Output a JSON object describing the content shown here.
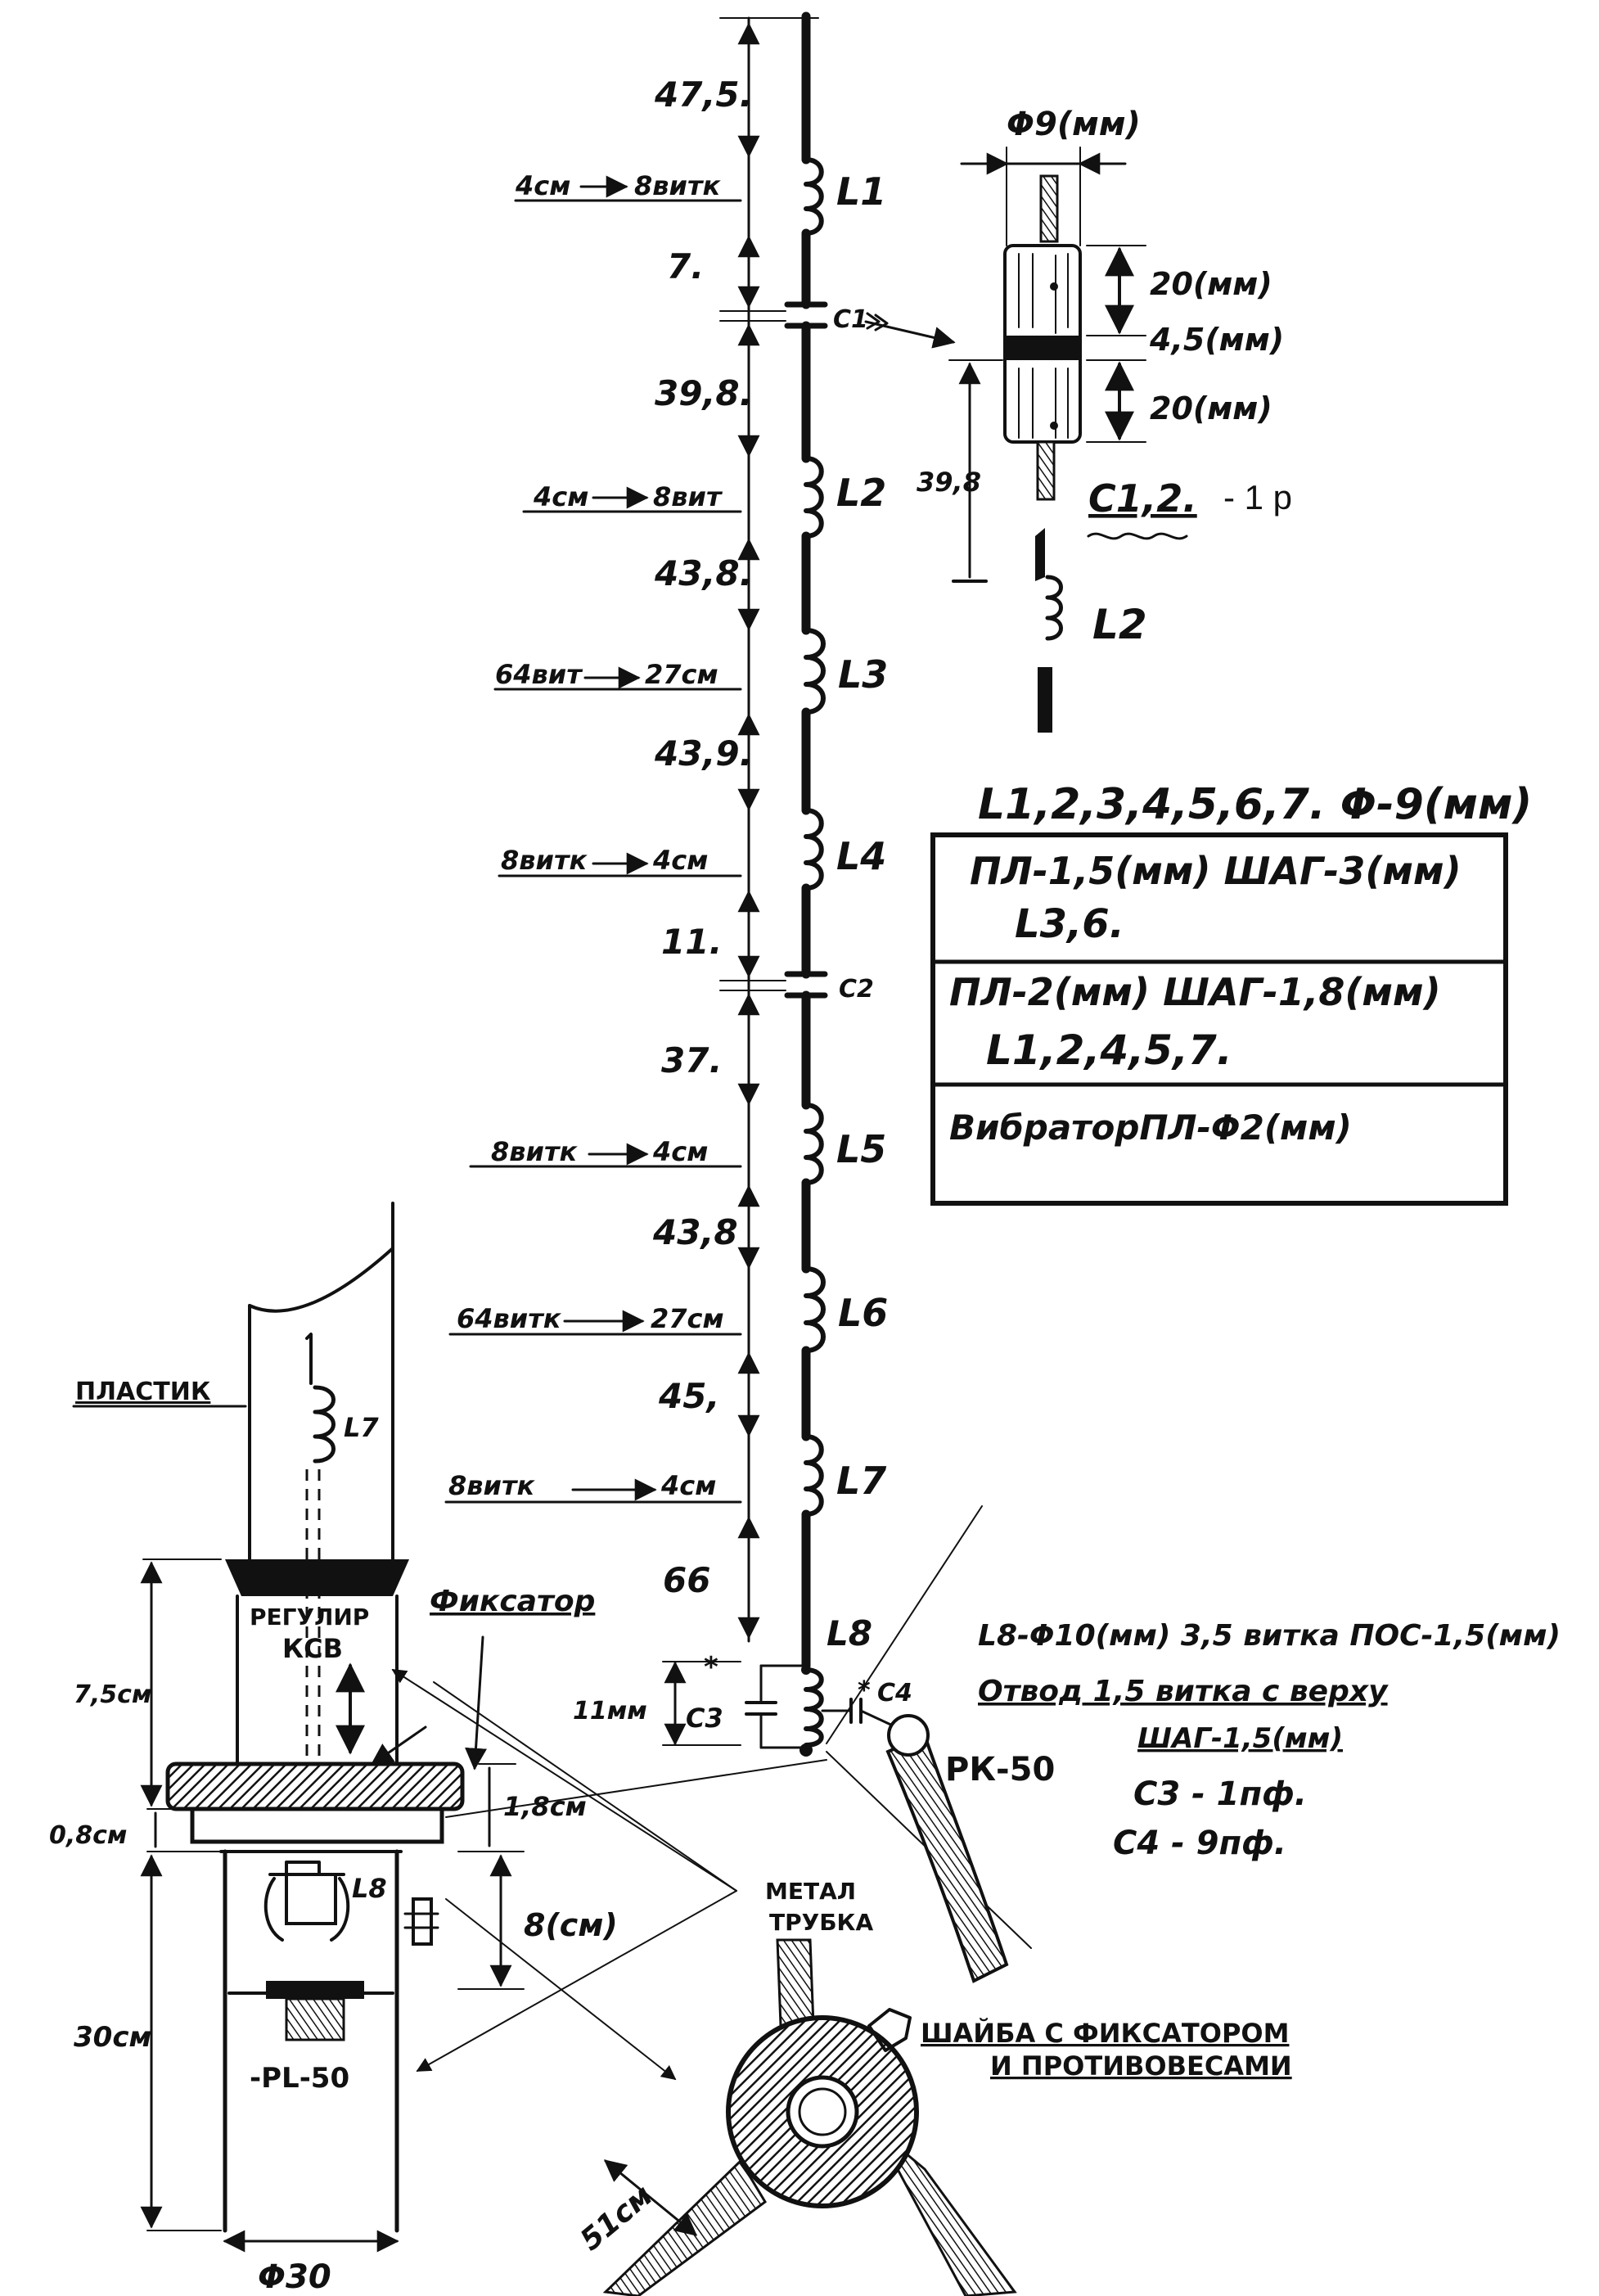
{
  "diagram": {
    "segments": [
      "47,5.",
      "7.",
      "39,8.",
      "43,8.",
      "43,9.",
      "11.",
      "37.",
      "43,8",
      "45,",
      "66"
    ],
    "coil_names": [
      "L1",
      "L2",
      "L3",
      "L4",
      "L5",
      "L6",
      "L7",
      "L8"
    ],
    "coil_specs": [
      {
        "left": "4см",
        "right": "8витк"
      },
      {
        "left": "4см",
        "right": "8вит"
      },
      {
        "left": "64вит",
        "right": "27см"
      },
      {
        "left": "8витк",
        "right": "4см"
      },
      {
        "left": "8витк",
        "right": "4см"
      },
      {
        "left": "64витк",
        "right": "27см"
      },
      {
        "left": "8витк",
        "right": "4см"
      }
    ],
    "capacitors": {
      "c1": "C1",
      "c2": "C2",
      "c3": "C3",
      "c4": "C4"
    },
    "detail": {
      "diameter": "Φ9(мм)",
      "dim_top": "20(мм)",
      "dim_mid": "4,5(мм)",
      "dim_bot": "20(мм)",
      "dim_side": "39,8",
      "cap_label": "C1,2.",
      "cap_value": "- 1 р",
      "coil": "L2"
    },
    "table": {
      "header": "L1,2,3,4,5,6,7. Φ-9(мм)",
      "row1_spec": "ПЛ-1,5(мм) ШАГ-3(мм)",
      "row1_coils": "L3,6.",
      "row2_spec": "ПЛ-2(мм) ШАГ-1,8(мм)",
      "row2_coils": "L1,2,4,5,7.",
      "row3": "ВибраторПЛ-Φ2(мм)"
    },
    "l8": {
      "line1": "L8-Φ10(мм) 3,5 витка ПОС-1,5(мм)",
      "line2": "Отвод 1,5 витка с верху",
      "line3": "ШАГ-1,5(мм)",
      "c3_dim": "11мм",
      "cable": "РК-50",
      "c3_value": "C3 - 1пф.",
      "c4_value": "C4 - 9пф."
    },
    "base": {
      "plastic": "ПЛАСТИК",
      "swr_1": "РЕГУЛИР",
      "swr_2": "КСВ",
      "fixer": "Фиксатор",
      "dim_75": "7,5см",
      "dim_08": "0,8см",
      "dim_18": "1,8см",
      "dim_8": "8(см)",
      "dim_30": "30см",
      "connector": "-PL-50",
      "diameter": "Φ30",
      "coil7": "L7",
      "coil8": "L8",
      "tube_1": "МЕТАЛ",
      "tube_2": "ТРУБКА",
      "washer_1": "ШАЙБА С ФИКСАТОРОМ",
      "washer_2": "И ПРОТИВОВЕСАМИ",
      "radial": "51см"
    }
  }
}
